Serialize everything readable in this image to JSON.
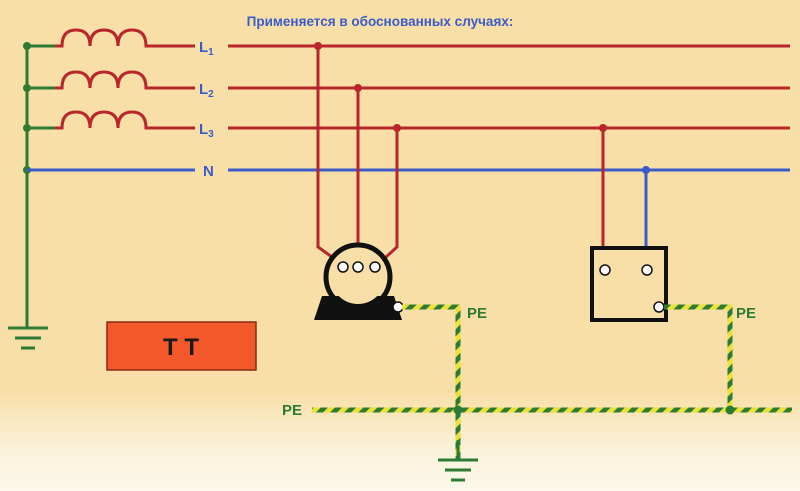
{
  "header": {
    "note": "Применяется в обоснованных случаях:"
  },
  "lines": {
    "l1": {
      "letter": "L",
      "sub": "1"
    },
    "l2": {
      "letter": "L",
      "sub": "2"
    },
    "l3": {
      "letter": "L",
      "sub": "3"
    },
    "n": "N"
  },
  "pe": {
    "motor": "PE",
    "box": "PE",
    "bus": "PE"
  },
  "system_badge": "T T",
  "colors": {
    "background": "#f8dfa8",
    "phase": "#b8262b",
    "neutral": "#3b5cc8",
    "ground": "#2d7a33",
    "pe_yellow": "#e9e13a",
    "badge": "#f2582a",
    "black": "#111111"
  },
  "icons": [
    "ground-symbol-icon",
    "coil-icon",
    "motor-icon",
    "socket-box-icon"
  ]
}
